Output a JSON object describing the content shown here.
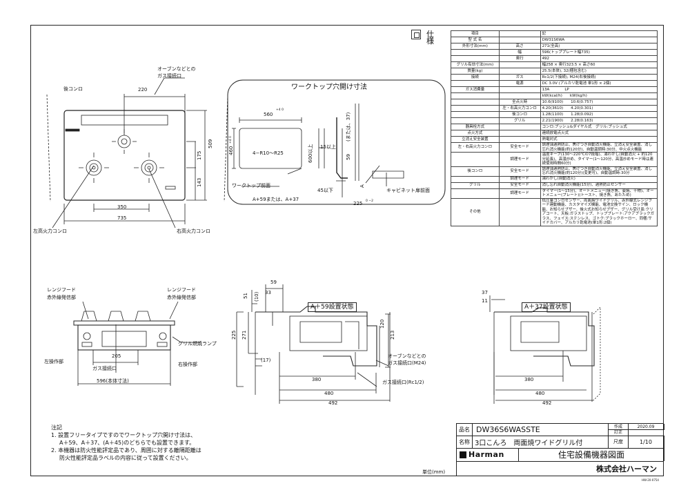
{
  "spec_heading": "仕様",
  "spec_rows": [
    [
      "項目",
      "",
      "記"
    ],
    [
      "型 式 名",
      "",
      "DW31S6WA"
    ],
    [
      "外形寸法(mm)",
      "高さ",
      "271(全高)"
    ],
    [
      "",
      "幅",
      "596(トッププレート幅735)"
    ],
    [
      "",
      "奥行",
      "492"
    ],
    [
      "グリル有効寸法(mm)",
      "",
      "幅258 × 奥行323.5 × 高さ60"
    ],
    [
      "質量(kg)",
      "",
      "25.5(本体), 32(梱包含む)"
    ],
    [
      "接続",
      "ガス",
      "Rc1/2(下接続), M24(右後接続)"
    ],
    [
      "",
      "電源",
      "DC 3.0V (アルカリ乾電池 単1形 × 2個)"
    ],
    [
      "ガス消費量",
      "",
      "13A　　　　LP"
    ],
    [
      "",
      "",
      "kW(kcal/h)　　kW(kg/h)"
    ],
    [
      "",
      "全点火時",
      "10.6(9100)　　10.6(0.757)"
    ],
    [
      "",
      "左・右高火力コンロ",
      "4.20(3610)　　4.20(0.301)"
    ],
    [
      "",
      "後コンロ",
      "1.28(1100)　　1.28(0.092)"
    ],
    [
      "",
      "グリル",
      "2.21(1900)　　2.28(0.163)"
    ],
    [
      "器具栓方式",
      "",
      "コンロ:プッシュ&ダイヤル式　グリル:プッシュ式"
    ],
    [
      "点火方式",
      "",
      "連続放電点火式"
    ],
    [
      "立消え安全装置",
      "",
      "熱電対式"
    ],
    [
      "左・右高火力コンロ",
      "安全モード",
      "調理油過熱防止、焦げつき自動消火機能、立消え安全装置、消し忘れ消火機能(約120分)、自動温調時:30分、中火点火機能"
    ],
    [
      "",
      "調理モード",
      "温度キープ(130〜220℃の7段階)、湯わかし(自動消火 + 約120分延長)、高温炒め、タイマー(1〜120分、高温炒めモード時は連続使用時間60分)"
    ],
    [
      "後コンロ",
      "安全モード",
      "調理油過熱防止、焦げつき自動消火機能、立消え安全装置、消し忘れ消火機能(約120分)(変更可)、自動温調時:30分"
    ],
    [
      "",
      "調理モード",
      "湯わかし(自動消火)"
    ],
    [
      "グリル",
      "安全モード",
      "消し忘れ自動消火機能(15分)、過熱防止センサー"
    ],
    [
      "",
      "調理モード",
      "タイマー(1〜15分)、オートメニュー(焼き魚、姿焼、干物)、オートメニュー(プレート)(トースト、焼き魚、あたため)"
    ],
    [
      "その他",
      "",
      "低圧量コンロセンサー、両面焼ワイドグリル、赤外線式レンジフード連動機能、カスタマイズ機能、電池交換サイン、ロック機能、お知らせブザー、後火式お知らせブザー、グリル受け皿:クリアコート、天板:ガラストップ、トッププレート:アクアブラックガラス、フェイス:ステンレス、ゴトク:ブラックホーロー、同梱:サイドカバー、アルカリ乾電池(単1形:2個)"
    ]
  ],
  "top_view": {
    "gas_inlet_top": "オーブンなどとの",
    "gas_inlet_bottom": "ガス接続口",
    "rear_burner": "後コンロ",
    "dim_220": "220",
    "dim_509": "509",
    "dim_175": "175",
    "dim_143": "143",
    "dim_350": "350",
    "dim_735": "735",
    "left_burner": "左高火力コンロ",
    "right_burner": "右高火力コンロ"
  },
  "cutout": {
    "title": "ワークトップ穴開け寸法",
    "dim_560": "560",
    "tol_560": "+4 0",
    "dim_460": "460",
    "tol_460": "+4 0",
    "radius": "4−R10〜R25",
    "dim_600": "600以上",
    "dim_15": "15以上",
    "dim_59": "59",
    "dim_37": "(または、37)",
    "dim_45": "45以下",
    "dim_a": "A",
    "worktop_front": "ワークトップ前面",
    "cabinet_front": "キャビネット扉前面",
    "a_options": "A+59または、A+37",
    "dim_225": "225",
    "tol_225": "0 −2"
  },
  "front_view": {
    "hood_left_1": "レンジフード",
    "hood_left_2": "赤外線発信部",
    "hood_right_1": "レンジフード",
    "hood_right_2": "赤外線発信部",
    "grill_lamp": "グリル燃焼ランプ",
    "left_op": "左操作部",
    "right_op": "右操作部",
    "dim_205": "205",
    "gas_port": "ガス接続口",
    "dim_596": "596(本体寸法)"
  },
  "side_a59": {
    "title": "A＋59設置状態",
    "dim_59": "59",
    "dim_33": "33",
    "dim_51": "51",
    "dim_10": "(10)",
    "dim_120": "120",
    "dim_225": "225",
    "dim_271": "271",
    "dim_213": "213",
    "dim_17": "(17)",
    "dim_380": "380",
    "dim_480": "480",
    "dim_492": "492",
    "gas_m24_1": "オーブンなどとの",
    "gas_m24_2": "ガス接続口(M24)",
    "gas_rc": "ガス接続口(Rc1/2)"
  },
  "side_a37": {
    "title": "A＋37設置状態",
    "dim_37": "37",
    "dim_11": "11",
    "dim_380": "380",
    "dim_480": "480",
    "dim_492": "492"
  },
  "notes": {
    "title": "注記",
    "l1": "1. 設置フリータイプですのでワークトップ穴開け寸法は、",
    "l2": "A＋59、A＋37、(A＋45)のどちらでも設置できます。",
    "l3": "2. 本機器は防火性能評定品であり、周囲に対する離隔距離は",
    "l4": "防火性能評定品ラベルの内容に従って設置ください。"
  },
  "unit": "単位(mm)",
  "title_block": {
    "model_label": "品名",
    "model_value": "DW36S6WASSTE",
    "name_label": "名称",
    "name_value": "3口こんろ　両面焼ワイドグリル付",
    "created_label": "作成",
    "created_value": "2020.09",
    "revised_label": "訂正",
    "scale_label": "尺度",
    "scale_value": "1/10",
    "drawing_title": "住宅設備機器図面",
    "brand": "Harman",
    "company": "株式会社ハーマン",
    "doc_no": "HW-20-0754"
  }
}
